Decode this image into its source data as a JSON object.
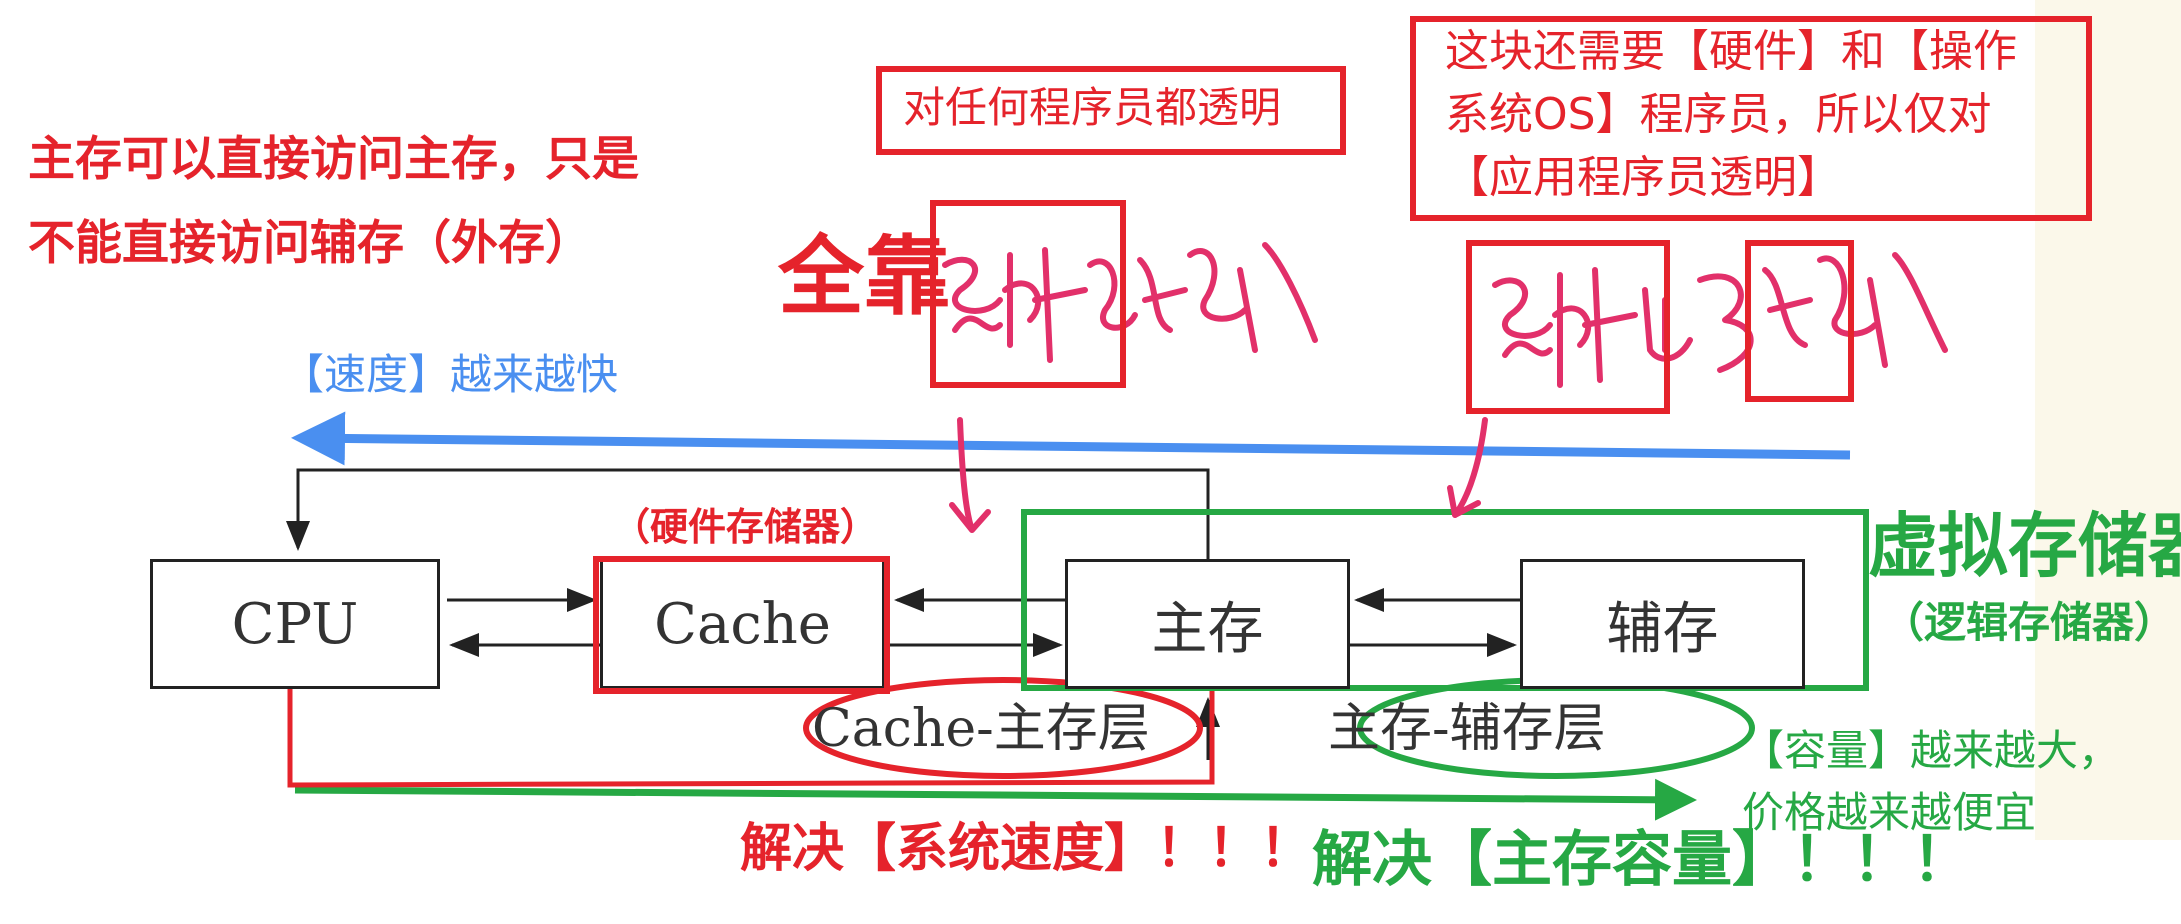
{
  "left_note": {
    "line1": "主存可以直接访问主存，只是",
    "line2": "不能直接访问辅存（外存）"
  },
  "transparent_all": "对任何程序员都透明",
  "os_note": {
    "line1": "这块还需要【硬件】和【操作",
    "line2": "系统OS】程序员，所以仅对",
    "line3": "【应用程序员透明】"
  },
  "quan_kao": "全靠",
  "speed_label": "【速度】越来越快",
  "hardware_storage_label": "（硬件存储器）",
  "virtual_memory": {
    "title": "虚拟存储器",
    "subtitle": "（逻辑存储器）"
  },
  "boxes": {
    "cpu": "CPU",
    "cache": "Cache",
    "main": "主存",
    "aux": "辅存"
  },
  "layers": {
    "cache_main": "Cache-主存层",
    "main_aux": "主存-辅存层"
  },
  "capacity_label": {
    "line1": "【容量】越来越大，",
    "line2": "价格越来越便宜"
  },
  "solve_speed": "解决【系统速度】！！！",
  "solve_capacity": "解决【主存容量】！！！",
  "colors": {
    "red": "#e5232b",
    "green": "#26a844",
    "blue": "#4a8ff0"
  }
}
